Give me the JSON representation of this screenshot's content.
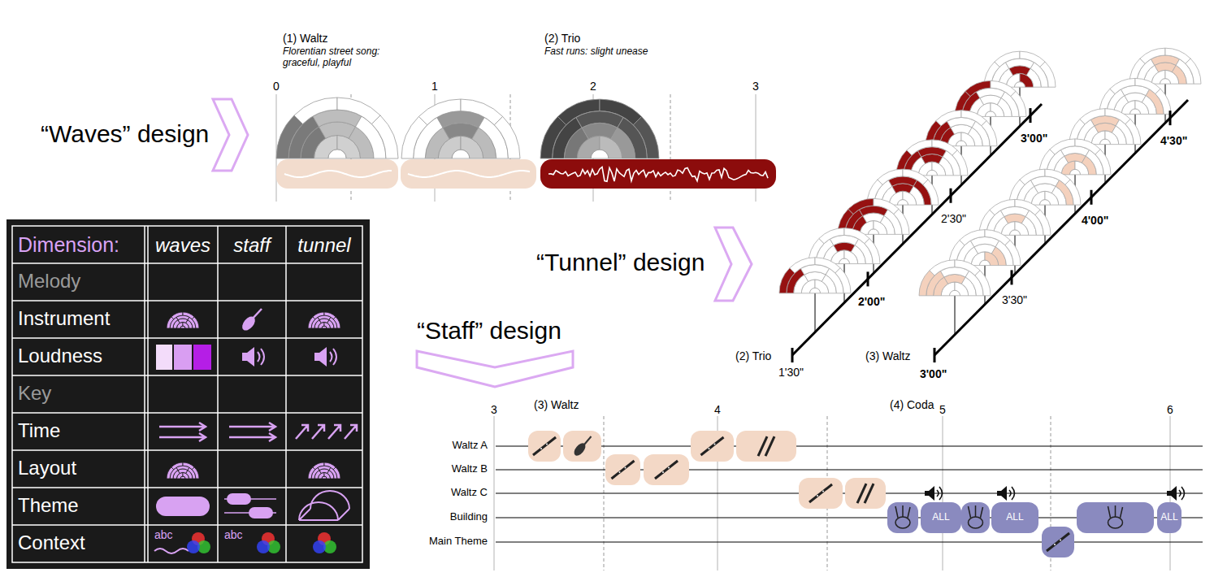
{
  "diagram": {
    "nodes": [
      {
        "text": [
          "ALL"
        ]
      },
      {
        "text": [
          "ALL"
        ]
      },
      {
        "text": [
          "ALL"
        ]
      }
    ],
    "labels": [
      "“Waves” design",
      "“Tunnel” design",
      "“Staff” design",
      "(1) Waltz",
      "Florentian street song: graceful, playful",
      "(2) Trio",
      "Fast runs: slight unease",
      "0",
      "1",
      "2",
      "3",
      "(2) Trio",
      "1'30\"",
      "2'00\"",
      "2'30\"",
      "3'00\"",
      "(3) Waltz",
      "3'00\"",
      "3'30\"",
      "4'00\"",
      "4'30\"",
      "Dimension:",
      "waves",
      "staff",
      "tunnel",
      "Melody",
      "Instrument",
      "Loudness",
      "Key",
      "Time",
      "Layout",
      "Theme",
      "Context",
      "abc",
      "abc",
      "3",
      "4",
      "5",
      "6",
      "(3) Waltz",
      "(4) Coda",
      "Waltz A",
      "Waltz B",
      "Waltz C",
      "Building",
      "Main Theme"
    ]
  }
}
